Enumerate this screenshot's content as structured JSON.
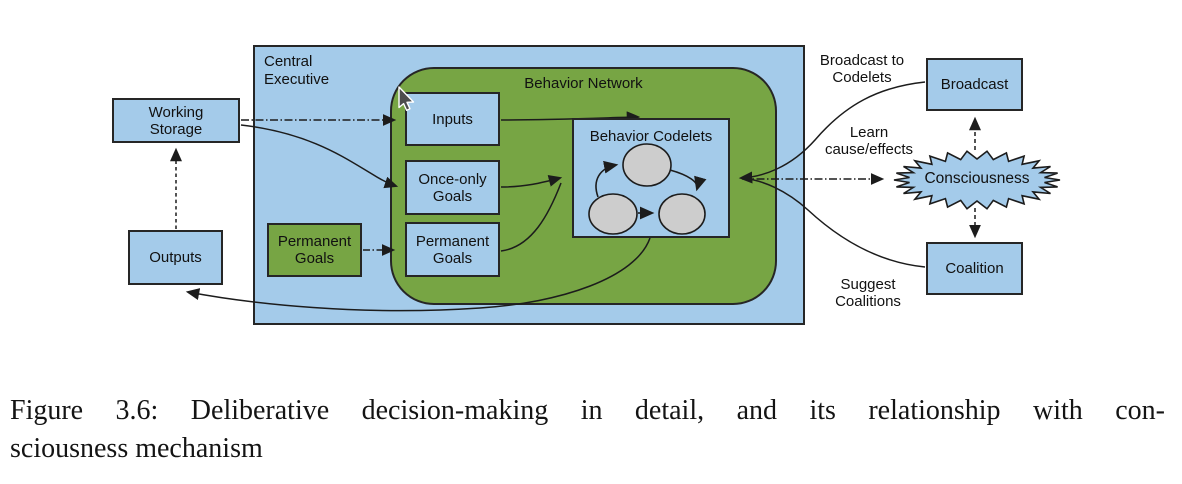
{
  "colors": {
    "box_blue": "#a4cbea",
    "green": "#77a544",
    "ellipse_gray": "#cdcdcd",
    "line": "#1c1c1c"
  },
  "diagram": {
    "containers": {
      "central_executive": "Central Executive",
      "behavior_network": "Behavior Network"
    },
    "nodes": {
      "working_storage": "Working Storage",
      "outputs": "Outputs",
      "inputs": "Inputs",
      "once_only_goals": "Once-only Goals",
      "permanent_goals_blue": "Permanent Goals",
      "permanent_goals_green": "Permanent Goals",
      "behavior_codelets": "Behavior Codelets",
      "broadcast": "Broadcast",
      "consciousness": "Consciousness",
      "coalition": "Coalition"
    },
    "edge_labels": {
      "broadcast_to_codelets": "Broadcast to Codelets",
      "learn_cause_effects": "Learn cause/effects",
      "suggest_coalitions": "Suggest Coalitions"
    }
  },
  "caption": {
    "line1": "Figure 3.6: Deliberative decision-making in detail, and its relationship with con-",
    "line2": "sciousness mechanism"
  }
}
